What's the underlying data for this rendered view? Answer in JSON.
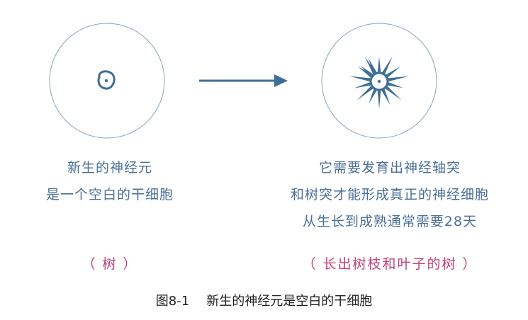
{
  "left_panel": {
    "caption_lines": [
      "新生的神经元",
      "是一个空白的干细胞"
    ],
    "note": "（ 树 ）"
  },
  "right_panel": {
    "caption_lines": [
      "它需要发育出神经轴突",
      "和树突才能形成真正的神经细胞",
      "从生长到成熟通常需要28天"
    ],
    "note": "（ 长出树枝和叶子的树 ）"
  },
  "figure": {
    "number": "图8-1",
    "title": "新生的神经元是空白的干细胞"
  },
  "colors": {
    "circle": "#8aa3bd",
    "cell": "#3f6f96",
    "arrow": "#3f6f96",
    "caption": "#4a6f96",
    "note": "#c0407a"
  }
}
